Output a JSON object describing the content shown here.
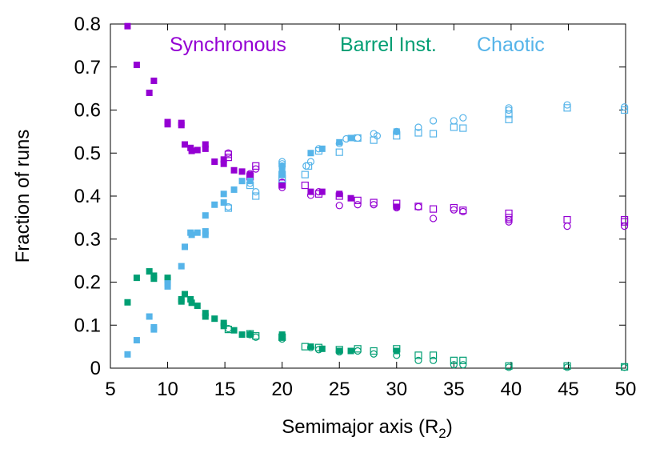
{
  "chart_data": {
    "type": "scatter",
    "xlabel": "Semimajor axis (R",
    "xlabel_sub": "2",
    "xlabel_end": ")",
    "ylabel": "Fraction of runs",
    "xlim": [
      5,
      50
    ],
    "ylim": [
      0,
      0.8
    ],
    "xticks": [
      5,
      10,
      15,
      20,
      25,
      30,
      35,
      40,
      45,
      50
    ],
    "yticks": [
      0,
      0.1,
      0.2,
      0.3,
      0.4,
      0.5,
      0.6,
      0.7,
      0.8
    ],
    "grid": false,
    "legend_placement": "top-inside",
    "series": [
      {
        "name": "Synchronous",
        "color": "#9400d3",
        "filled_squares": [
          [
            6.5,
            0.795
          ],
          [
            7.3,
            0.705
          ],
          [
            8.4,
            0.64
          ],
          [
            8.8,
            0.668
          ],
          [
            10,
            0.572
          ],
          [
            10,
            0.567
          ],
          [
            11.2,
            0.57
          ],
          [
            11.2,
            0.565
          ],
          [
            11.5,
            0.52
          ],
          [
            12,
            0.512
          ],
          [
            12.1,
            0.505
          ],
          [
            12.6,
            0.507
          ],
          [
            13.3,
            0.52
          ],
          [
            13.3,
            0.51
          ],
          [
            14.1,
            0.48
          ],
          [
            14.9,
            0.485
          ],
          [
            14.9,
            0.475
          ],
          [
            15.8,
            0.46
          ],
          [
            16.5,
            0.457
          ],
          [
            17.2,
            0.45
          ],
          [
            20,
            0.425
          ],
          [
            22.5,
            0.41
          ],
          [
            23.5,
            0.41
          ],
          [
            25,
            0.405
          ],
          [
            26,
            0.395
          ],
          [
            30,
            0.375
          ]
        ],
        "open_squares": [
          [
            15.3,
            0.497
          ],
          [
            15.3,
            0.49
          ],
          [
            17.2,
            0.445
          ],
          [
            17.7,
            0.47
          ],
          [
            20,
            0.43
          ],
          [
            22,
            0.425
          ],
          [
            23.2,
            0.405
          ],
          [
            25,
            0.4
          ],
          [
            26.6,
            0.39
          ],
          [
            28,
            0.385
          ],
          [
            30,
            0.383
          ],
          [
            31.9,
            0.376
          ],
          [
            33.2,
            0.37
          ],
          [
            35,
            0.373
          ],
          [
            35.8,
            0.367
          ],
          [
            39.8,
            0.36
          ],
          [
            39.8,
            0.35
          ],
          [
            44.9,
            0.345
          ],
          [
            49.9,
            0.345
          ],
          [
            49.9,
            0.34
          ]
        ],
        "open_circles": [
          [
            15.3,
            0.5
          ],
          [
            17.2,
            0.452
          ],
          [
            17.7,
            0.463
          ],
          [
            20,
            0.42
          ],
          [
            20,
            0.432
          ],
          [
            22.5,
            0.402
          ],
          [
            23.2,
            0.41
          ],
          [
            25,
            0.378
          ],
          [
            26.6,
            0.38
          ],
          [
            28,
            0.38
          ],
          [
            30,
            0.373
          ],
          [
            31.9,
            0.375
          ],
          [
            33.2,
            0.348
          ],
          [
            35,
            0.368
          ],
          [
            35.8,
            0.364
          ],
          [
            39.8,
            0.34
          ],
          [
            39.8,
            0.345
          ],
          [
            44.9,
            0.33
          ],
          [
            49.9,
            0.33
          ]
        ]
      },
      {
        "name": "Barrel Inst.",
        "color": "#009e73",
        "filled_squares": [
          [
            6.5,
            0.153
          ],
          [
            7.3,
            0.21
          ],
          [
            8.4,
            0.225
          ],
          [
            8.8,
            0.215
          ],
          [
            8.8,
            0.208
          ],
          [
            10,
            0.21
          ],
          [
            10,
            0.205
          ],
          [
            11.2,
            0.16
          ],
          [
            11.2,
            0.155
          ],
          [
            11.5,
            0.172
          ],
          [
            12,
            0.16
          ],
          [
            12.1,
            0.152
          ],
          [
            12.6,
            0.145
          ],
          [
            13.3,
            0.128
          ],
          [
            13.3,
            0.12
          ],
          [
            14.1,
            0.115
          ],
          [
            14.9,
            0.105
          ],
          [
            14.9,
            0.098
          ],
          [
            15.8,
            0.088
          ],
          [
            16.5,
            0.078
          ],
          [
            17.2,
            0.078
          ],
          [
            20,
            0.078
          ],
          [
            20,
            0.072
          ],
          [
            22.5,
            0.05
          ],
          [
            23.5,
            0.045
          ],
          [
            25,
            0.04
          ],
          [
            26,
            0.04
          ],
          [
            30,
            0.04
          ]
        ],
        "open_squares": [
          [
            15.3,
            0.09
          ],
          [
            17.2,
            0.08
          ],
          [
            17.7,
            0.075
          ],
          [
            20,
            0.072
          ],
          [
            22,
            0.05
          ],
          [
            23.2,
            0.048
          ],
          [
            25,
            0.043
          ],
          [
            26.6,
            0.045
          ],
          [
            28,
            0.04
          ],
          [
            30,
            0.045
          ],
          [
            31.9,
            0.03
          ],
          [
            33.2,
            0.03
          ],
          [
            35,
            0.018
          ],
          [
            35.8,
            0.018
          ],
          [
            39.8,
            0.005
          ],
          [
            44.9,
            0.005
          ],
          [
            49.9,
            0.003
          ]
        ],
        "open_circles": [
          [
            15.3,
            0.092
          ],
          [
            17.2,
            0.078
          ],
          [
            17.7,
            0.072
          ],
          [
            20,
            0.068
          ],
          [
            22.5,
            0.048
          ],
          [
            23.2,
            0.043
          ],
          [
            25,
            0.038
          ],
          [
            26.6,
            0.04
          ],
          [
            28,
            0.033
          ],
          [
            30,
            0.03
          ],
          [
            31.9,
            0.018
          ],
          [
            33.2,
            0.018
          ],
          [
            35,
            0.008
          ],
          [
            35.8,
            0.008
          ],
          [
            39.8,
            0.002
          ],
          [
            44.9,
            0.002
          ],
          [
            49.9,
            0.002
          ]
        ]
      },
      {
        "name": "Chaotic",
        "color": "#56b4e9",
        "filled_squares": [
          [
            6.5,
            0.032
          ],
          [
            7.3,
            0.065
          ],
          [
            8.4,
            0.12
          ],
          [
            8.8,
            0.095
          ],
          [
            8.8,
            0.09
          ],
          [
            10,
            0.197
          ],
          [
            10,
            0.19
          ],
          [
            11.2,
            0.237
          ],
          [
            11.5,
            0.282
          ],
          [
            12,
            0.315
          ],
          [
            12.1,
            0.31
          ],
          [
            12.6,
            0.315
          ],
          [
            13.3,
            0.318
          ],
          [
            13.3,
            0.31
          ],
          [
            13.3,
            0.355
          ],
          [
            14.1,
            0.38
          ],
          [
            14.9,
            0.405
          ],
          [
            14.9,
            0.385
          ],
          [
            15.8,
            0.415
          ],
          [
            16.5,
            0.435
          ],
          [
            17.2,
            0.435
          ],
          [
            20,
            0.45
          ],
          [
            20,
            0.47
          ],
          [
            20,
            0.46
          ],
          [
            22.5,
            0.5
          ],
          [
            23.5,
            0.51
          ],
          [
            25,
            0.525
          ],
          [
            26,
            0.535
          ],
          [
            30,
            0.55
          ]
        ],
        "open_squares": [
          [
            15.3,
            0.372
          ],
          [
            17.2,
            0.425
          ],
          [
            17.7,
            0.4
          ],
          [
            20,
            0.45
          ],
          [
            20,
            0.44
          ],
          [
            22,
            0.45
          ],
          [
            22.3,
            0.47
          ],
          [
            23.2,
            0.505
          ],
          [
            25,
            0.502
          ],
          [
            26.6,
            0.535
          ],
          [
            28,
            0.53
          ],
          [
            30,
            0.54
          ],
          [
            31.9,
            0.547
          ],
          [
            33.2,
            0.545
          ],
          [
            35,
            0.56
          ],
          [
            35.8,
            0.558
          ],
          [
            39.8,
            0.578
          ],
          [
            39.8,
            0.59
          ],
          [
            44.9,
            0.605
          ],
          [
            49.9,
            0.6
          ]
        ],
        "open_circles": [
          [
            15.3,
            0.375
          ],
          [
            17.2,
            0.43
          ],
          [
            17.7,
            0.41
          ],
          [
            20,
            0.48
          ],
          [
            20,
            0.475
          ],
          [
            20,
            0.47
          ],
          [
            22.1,
            0.47
          ],
          [
            22.5,
            0.48
          ],
          [
            23.2,
            0.51
          ],
          [
            25,
            0.522
          ],
          [
            25.6,
            0.533
          ],
          [
            26.6,
            0.535
          ],
          [
            28,
            0.545
          ],
          [
            28.3,
            0.54
          ],
          [
            30,
            0.55
          ],
          [
            31.9,
            0.56
          ],
          [
            33.2,
            0.575
          ],
          [
            35,
            0.575
          ],
          [
            35.8,
            0.582
          ],
          [
            39.8,
            0.6
          ],
          [
            39.8,
            0.605
          ],
          [
            44.9,
            0.612
          ],
          [
            49.9,
            0.607
          ]
        ]
      }
    ]
  }
}
